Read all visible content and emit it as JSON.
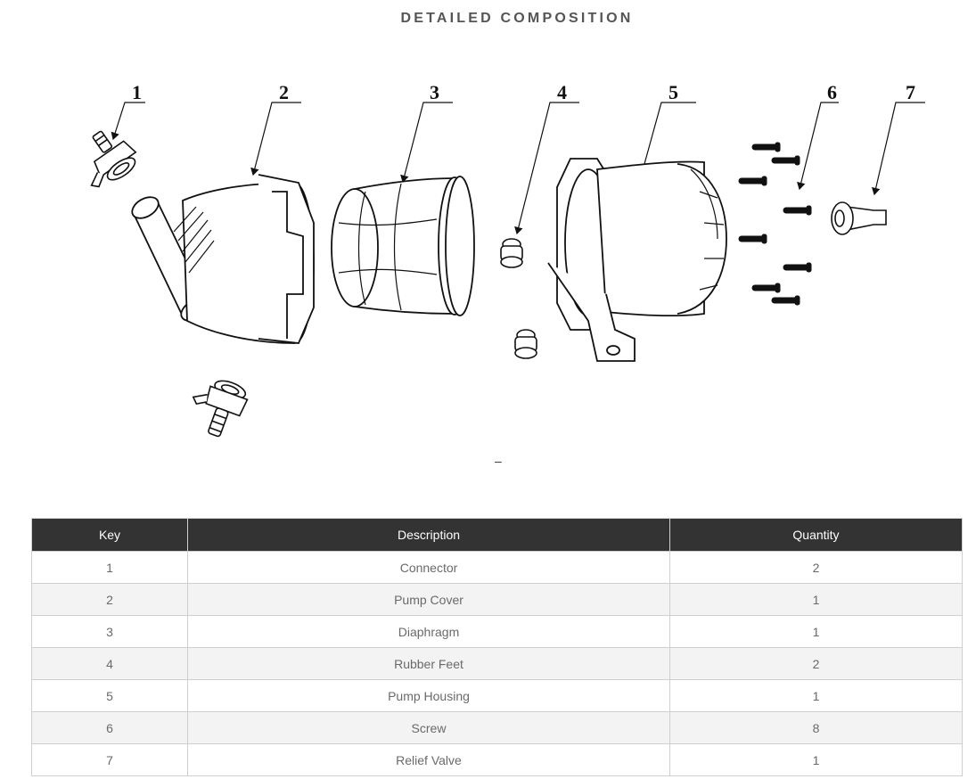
{
  "title": "DETAILED COMPOSITION",
  "diagram": {
    "labels": [
      "1",
      "2",
      "3",
      "4",
      "5",
      "6",
      "7"
    ],
    "dash": "–"
  },
  "table": {
    "headers": [
      "Key",
      "Description",
      "Quantity"
    ],
    "rows": [
      {
        "key": "1",
        "description": "Connector",
        "quantity": "2"
      },
      {
        "key": "2",
        "description": "Pump Cover",
        "quantity": "1"
      },
      {
        "key": "3",
        "description": "Diaphragm",
        "quantity": "1"
      },
      {
        "key": "4",
        "description": "Rubber Feet",
        "quantity": "2"
      },
      {
        "key": "5",
        "description": "Pump Housing",
        "quantity": "1"
      },
      {
        "key": "6",
        "description": "Screw",
        "quantity": "8"
      },
      {
        "key": "7",
        "description": "Relief Valve",
        "quantity": "1"
      }
    ]
  },
  "colors": {
    "header_bg": "#333333",
    "header_text": "#ffffff",
    "cell_text": "#6a6a6a",
    "row_alt_bg": "#f3f3f3",
    "border": "#cfcfcf"
  }
}
